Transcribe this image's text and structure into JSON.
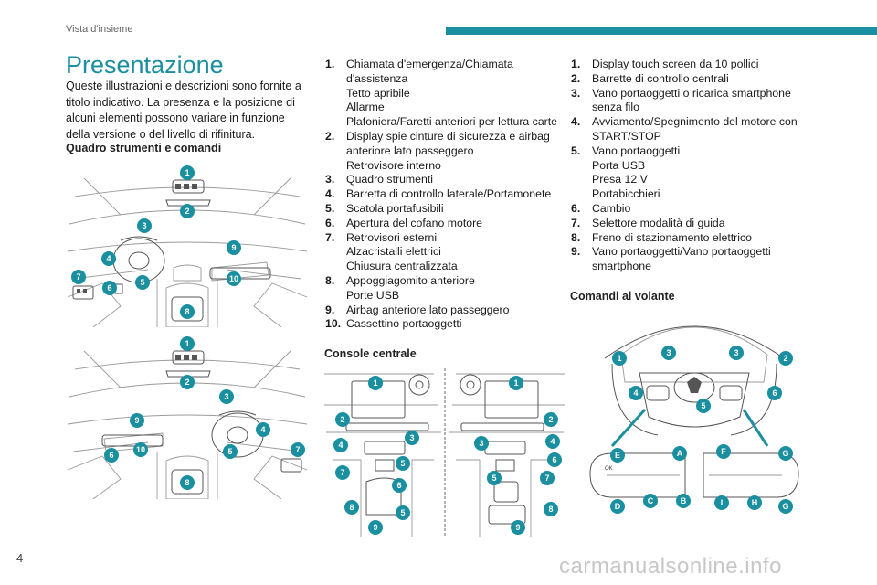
{
  "header": {
    "section": "Vista d'insieme"
  },
  "page": {
    "title": "Presentazione",
    "number": "4",
    "watermark": "carmanualsonline.info"
  },
  "intro": "Queste illustrazioni e descrizioni sono fornite a titolo indicativo. La presenza e la posizione di alcuni elementi possono variare in funzione della versione o del livello di rifinitura.",
  "subheadings": {
    "quadro": "Quadro strumenti e comandi",
    "console": "Console centrale",
    "volante": "Comandi al volante"
  },
  "list1": [
    {
      "num": "1.",
      "lines": [
        "Chiamata d'emergenza/Chiamata",
        "d'assistenza",
        "Tetto apribile",
        "Allarme",
        "Plafoniera/Faretti anteriori per lettura carte"
      ]
    },
    {
      "num": "2.",
      "lines": [
        "Display spie cinture di sicurezza e airbag",
        "anteriore lato passeggero",
        "Retrovisore interno"
      ]
    },
    {
      "num": "3.",
      "lines": [
        "Quadro strumenti"
      ]
    },
    {
      "num": "4.",
      "lines": [
        "Barretta di controllo laterale/Portamonete"
      ]
    },
    {
      "num": "5.",
      "lines": [
        "Scatola portafusibili"
      ]
    },
    {
      "num": "6.",
      "lines": [
        "Apertura del cofano motore"
      ]
    },
    {
      "num": "7.",
      "lines": [
        "Retrovisori esterni",
        "Alzacristalli elettrici",
        "Chiusura centralizzata"
      ]
    },
    {
      "num": "8.",
      "lines": [
        "Appoggiagomito anteriore",
        "Porte USB"
      ]
    },
    {
      "num": "9.",
      "lines": [
        "Airbag anteriore lato passeggero"
      ]
    },
    {
      "num": "10.",
      "lines": [
        "Cassettino portaoggetti"
      ]
    }
  ],
  "list2": [
    {
      "num": "1.",
      "lines": [
        "Display touch screen da 10 pollici"
      ]
    },
    {
      "num": "2.",
      "lines": [
        "Barrette di controllo centrali"
      ]
    },
    {
      "num": "3.",
      "lines": [
        "Vano portaoggetti o ricarica smartphone",
        "senza filo"
      ]
    },
    {
      "num": "4.",
      "lines": [
        "Avviamento/Spegnimento del motore con",
        "START/STOP"
      ]
    },
    {
      "num": "5.",
      "lines": [
        "Vano portaoggetti",
        "Porta USB",
        "Presa 12 V",
        "Portabicchieri"
      ]
    },
    {
      "num": "6.",
      "lines": [
        "Cambio"
      ]
    },
    {
      "num": "7.",
      "lines": [
        "Selettore modalità di guida"
      ]
    },
    {
      "num": "8.",
      "lines": [
        "Freno di stazionamento elettrico"
      ]
    },
    {
      "num": "9.",
      "lines": [
        "Vano portaoggetti/Vano portaoggetti",
        "smartphone"
      ]
    }
  ],
  "figures": {
    "dash_lhd": [
      "1",
      "2",
      "3",
      "4",
      "5",
      "6",
      "7",
      "8",
      "9",
      "10"
    ],
    "dash_rhd": [
      "1",
      "2",
      "3",
      "4",
      "5",
      "6",
      "7",
      "8",
      "9",
      "10"
    ],
    "console_left": [
      "1",
      "2",
      "3",
      "4",
      "5",
      "6",
      "7",
      "8",
      "5",
      "9"
    ],
    "console_right": [
      "1",
      "2",
      "3",
      "4",
      "6",
      "5",
      "7",
      "8",
      "9"
    ],
    "wheel": [
      "1",
      "2",
      "3",
      "3",
      "4",
      "5",
      "6"
    ],
    "wheel_left_pad": [
      "E",
      "A",
      "D",
      "C",
      "B"
    ],
    "wheel_right_pad": [
      "F",
      "G",
      "I",
      "H",
      "G"
    ],
    "pad_text": "OK"
  },
  "colors": {
    "accent": "#1a8fa0"
  }
}
